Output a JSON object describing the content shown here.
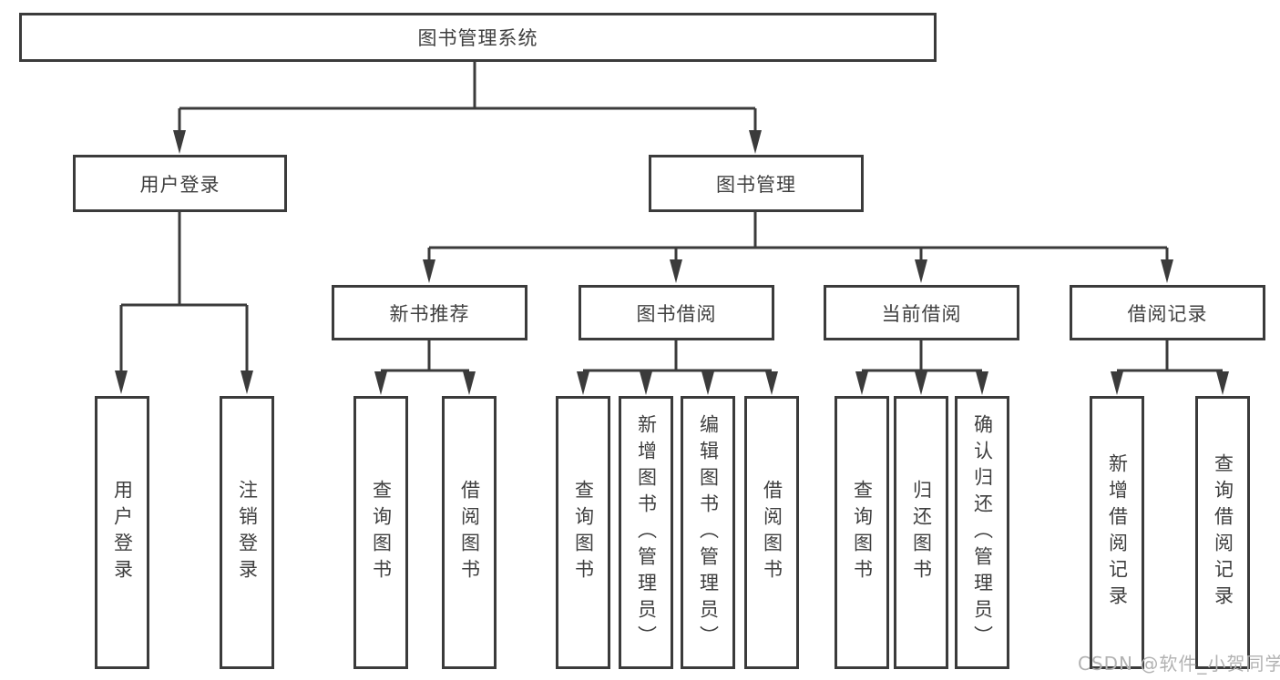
{
  "diagram": {
    "root": {
      "label": "图书管理系统"
    },
    "branches": {
      "user_login": {
        "label": "用户登录",
        "children": [
          {
            "label": "用户登录"
          },
          {
            "label": "注销登录"
          }
        ]
      },
      "book_mgmt": {
        "label": "图书管理",
        "sections": [
          {
            "label": "新书推荐",
            "children": [
              {
                "label": "查询图书"
              },
              {
                "label": "借阅图书"
              }
            ]
          },
          {
            "label": "图书借阅",
            "children": [
              {
                "label": "查询图书"
              },
              {
                "label": "新增图书（管理员）"
              },
              {
                "label": "编辑图书（管理员）"
              },
              {
                "label": "借阅图书"
              }
            ]
          },
          {
            "label": "当前借阅",
            "children": [
              {
                "label": "查询图书"
              },
              {
                "label": "归还图书"
              },
              {
                "label": "确认归还（管理员）"
              }
            ]
          },
          {
            "label": "借阅记录",
            "children": [
              {
                "label": "新增借阅记录"
              },
              {
                "label": "查询借阅记录"
              }
            ]
          }
        ]
      }
    }
  },
  "watermark": "CSDN @软件_小贺同学",
  "colors": {
    "line": "#3b3b3b",
    "text": "#3f3f3f",
    "watermark": "#b2b2b2",
    "background": "#ffffff"
  }
}
